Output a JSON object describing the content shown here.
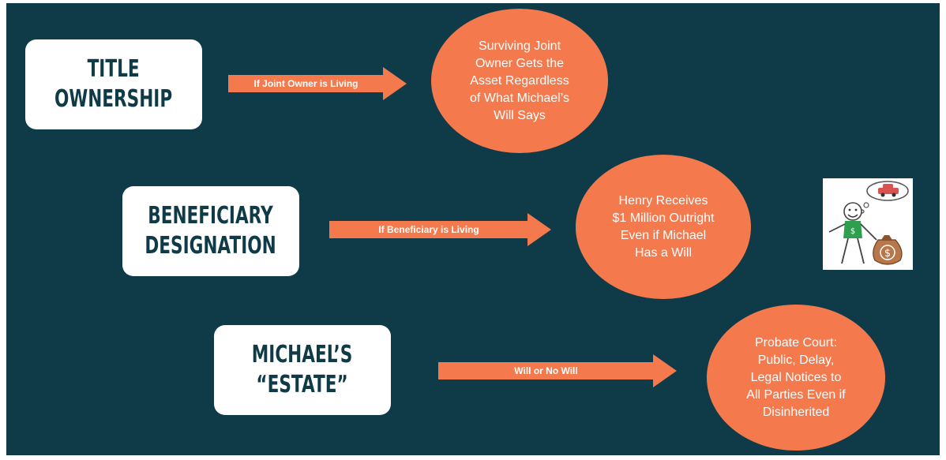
{
  "rows": [
    {
      "box_lines": [
        "TITLE",
        "OWNERSHIP"
      ],
      "arrow_label": "If Joint Owner is Living",
      "oval_lines": [
        "Surviving Joint",
        "Owner Gets the",
        "Asset Regardless",
        "of What Michael’s",
        "Will Says"
      ]
    },
    {
      "box_lines": [
        "BENEFICIARY",
        "DESIGNATION"
      ],
      "arrow_label": "If Beneficiary is Living",
      "oval_lines": [
        "Henry Receives",
        "$1 Million Outright",
        "Even if Michael",
        "Has a Will"
      ]
    },
    {
      "box_lines": [
        "MICHAEL’S",
        "“ESTATE”"
      ],
      "arrow_label": "Will or No Will",
      "oval_lines": [
        "Probate Court:",
        "Public, Delay,",
        "Legal Notices to",
        "All Parties Even if",
        "Disinherited"
      ]
    }
  ],
  "illustration": {
    "icon": "stick-figure-money-bag-car-dream-icon",
    "bag_symbol": "$"
  },
  "colors": {
    "background": "#0f3a47",
    "accent": "#f47a4e",
    "box": "#ffffff",
    "box_text": "#0f3a47"
  }
}
